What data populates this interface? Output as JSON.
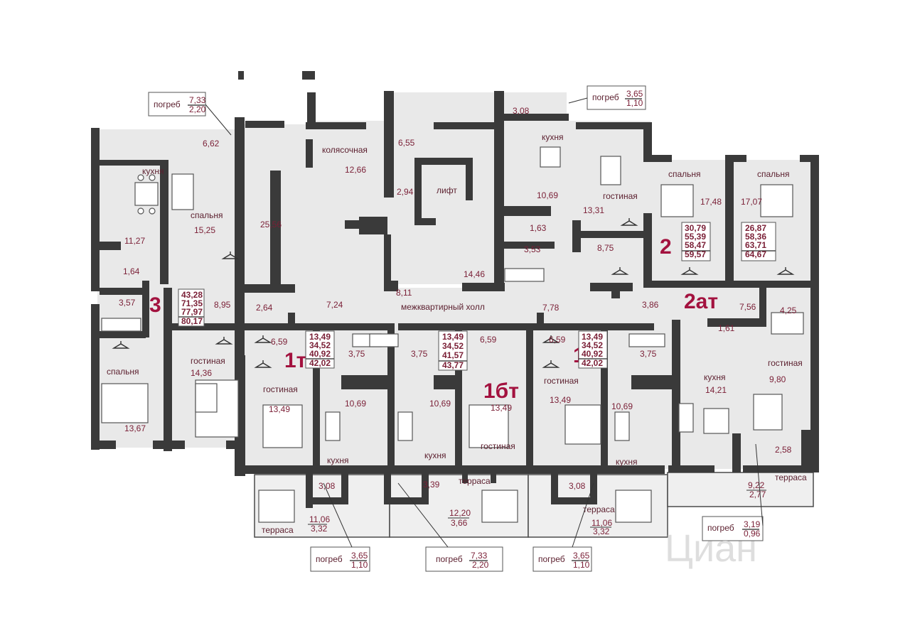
{
  "colors": {
    "label": "#5b1f2e",
    "accent": "#a3123f",
    "wall": "#3a3a3a",
    "floor": "#e9e9e9"
  },
  "apartments": {
    "a3": {
      "type": "3",
      "areas": [
        "43,28",
        "71,35",
        "77,97",
        "80,17"
      ]
    },
    "a1t_left": {
      "type": "1т",
      "areas": [
        "13,49",
        "34,52",
        "40,92",
        "42,02"
      ]
    },
    "a1bt": {
      "type": "1бт",
      "areas": [
        "13,49",
        "34,52",
        "41,57",
        "43,77"
      ]
    },
    "a1t_right": {
      "type": "1т",
      "areas": [
        "13,49",
        "34,52",
        "40,92",
        "42,02"
      ]
    },
    "a2": {
      "type": "2",
      "areas": [
        "30,79",
        "55,39",
        "58,47",
        "59,57"
      ]
    },
    "a2at": {
      "type": "2ат",
      "areas": [
        "26,87",
        "58,36",
        "63,71",
        "64,67"
      ]
    }
  },
  "rooms": {
    "kolyasochnaya": {
      "label": "колясочная",
      "area": "12,66"
    },
    "lift": {
      "label": "лифт"
    },
    "hall": {
      "label": "межквартирный холл"
    },
    "stair": {
      "area": "25,56"
    },
    "a3_kitchen": {
      "label": "кухня",
      "area": "11,27"
    },
    "a3_bedroom1": {
      "label": "спальня",
      "area": "15,25"
    },
    "a3_bedroom2": {
      "label": "спальня",
      "area": "13,67"
    },
    "a3_living": {
      "label": "гостиная",
      "area": "14,36"
    },
    "a2_kitchen": {
      "label": "кухня",
      "area": "10,69"
    },
    "a2_living": {
      "label": "гостиная",
      "area": "13,31"
    },
    "a2_bedroom": {
      "label": "спальня",
      "area": "17,48"
    },
    "a2at_bedroom": {
      "label": "спальня",
      "area": "17,07"
    },
    "a2at_kitchen": {
      "label": "кухня",
      "area": "14,21"
    },
    "a2at_living": {
      "label": "гостиная",
      "area": "9,80"
    },
    "l1_living": {
      "label": "гостиная",
      "area": "13,49"
    },
    "l1_kitchen": {
      "label": "кухня",
      "area": "10,69"
    },
    "m_living": {
      "label": "гостиная",
      "area": "13,49"
    },
    "m_kitchen": {
      "label": "кухня",
      "area": "10,69"
    },
    "r1_living": {
      "label": "гостиная",
      "area": "13,49"
    },
    "r1_kitchen": {
      "label": "кухня",
      "area": "10,69"
    }
  },
  "small_areas": {
    "s662": "6,62",
    "s655": "6,55",
    "s308t": "3,08",
    "s294": "2,94",
    "s163": "1,63",
    "s353": "3,53",
    "s875": "8,75",
    "s1446": "14,46",
    "s811": "8,11",
    "s164": "1,64",
    "s357": "3,57",
    "s895": "8,95",
    "s264": "2,64",
    "s724": "7,24",
    "s778": "7,78",
    "s386": "3,86",
    "s756": "7,56",
    "s425": "4,25",
    "s161": "1,61",
    "s659a": "6,59",
    "s375a": "3,75",
    "s375b": "3,75",
    "s659b": "6,59",
    "s659c": "6,59",
    "s375c": "3,75",
    "s258": "2,58",
    "s308a": "3,08",
    "s339": "3,39",
    "s308b": "3,08"
  },
  "terraces": {
    "t1": {
      "label": "терраса",
      "area": "11,06",
      "sub": "3,32"
    },
    "t2": {
      "label": "терраса",
      "area": "12,20",
      "sub": "3,66"
    },
    "t3": {
      "label": "терраса",
      "area": "11,06",
      "sub": "3,32"
    },
    "t4": {
      "label": "терраса",
      "area": "9,22",
      "sub": "2,77"
    }
  },
  "cellars": {
    "c1": {
      "label": "погреб",
      "top": "7,33",
      "bottom": "2,20"
    },
    "c2": {
      "label": "погреб",
      "top": "3,65",
      "bottom": "1,10"
    },
    "c3": {
      "label": "погреб",
      "top": "3,65",
      "bottom": "1,10"
    },
    "c4": {
      "label": "погреб",
      "top": "7,33",
      "bottom": "2,20"
    },
    "c5": {
      "label": "погреб",
      "top": "3,65",
      "bottom": "1,10"
    },
    "c6": {
      "label": "погреб",
      "top": "3,19",
      "bottom": "0,96"
    }
  },
  "watermark": "Циан"
}
